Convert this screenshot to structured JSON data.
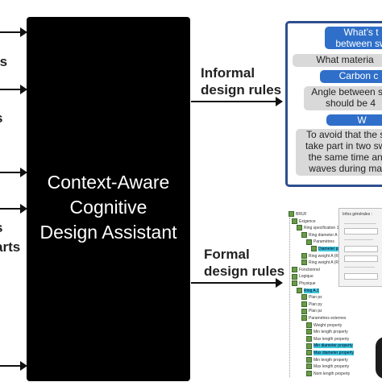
{
  "left_labels": [
    "ts",
    "s",
    "s",
    "arts"
  ],
  "assistant": {
    "title": "Context-Aware\nCognitive\nDesign Assistant"
  },
  "informal": {
    "label": "Informal\ndesign rules"
  },
  "formal": {
    "label": "Formal\ndesign rules"
  },
  "chat": {
    "messages": [
      {
        "role": "question",
        "text": "What’s t\nbetween sw"
      },
      {
        "role": "answer",
        "text": "What materia"
      },
      {
        "role": "question",
        "text": "Carbon c"
      },
      {
        "role": "answer",
        "text": "Angle between sw\nshould be 4"
      },
      {
        "role": "question",
        "text": "W"
      },
      {
        "role": "answer",
        "text": "To avoid that the sa\ntake part in two swa\nthe same time and\nwaves during man"
      }
    ]
  },
  "tree": {
    "dialog_title": "Infos générales :",
    "rows": [
      {
        "text": "BRUF",
        "highlight": false
      },
      {
        "text": "Exigence",
        "highlight": false
      },
      {
        "text": "Ring specification 1",
        "highlight": false
      },
      {
        "text": "Ring diameter A (Ring diame",
        "highlight": false
      },
      {
        "text": "Paramètres",
        "highlight": false
      },
      {
        "text": "Diameter property",
        "highlight": true
      },
      {
        "text": "Ring weight A (Ring weight",
        "highlight": false
      },
      {
        "text": "Ring weight A (Ring weight",
        "highlight": false
      },
      {
        "text": "Fonctionnel",
        "highlight": false
      },
      {
        "text": "Logique",
        "highlight": false
      },
      {
        "text": "Physique",
        "highlight": false
      },
      {
        "text": "Ring A.1",
        "highlight": true
      },
      {
        "text": "Plan px",
        "highlight": false
      },
      {
        "text": "Plan py",
        "highlight": false
      },
      {
        "text": "Plan pz",
        "highlight": false
      },
      {
        "text": "Paramètres externes",
        "highlight": false
      },
      {
        "text": "Weight property",
        "highlight": false
      },
      {
        "text": "Min length property",
        "highlight": false
      },
      {
        "text": "Max length property",
        "highlight": false
      },
      {
        "text": "Min diameter property",
        "highlight": true
      },
      {
        "text": "Max diameter property",
        "highlight": true
      },
      {
        "text": "Min length property",
        "highlight": false
      },
      {
        "text": "Max length property",
        "highlight": false
      },
      {
        "text": "Nom length property",
        "highlight": false
      }
    ]
  },
  "colors": {
    "panel_border": "#2e4f8f",
    "question_bg": "#2f6fc9",
    "answer_bg": "#d9d9d9",
    "highlight": "#3ec7d8"
  }
}
